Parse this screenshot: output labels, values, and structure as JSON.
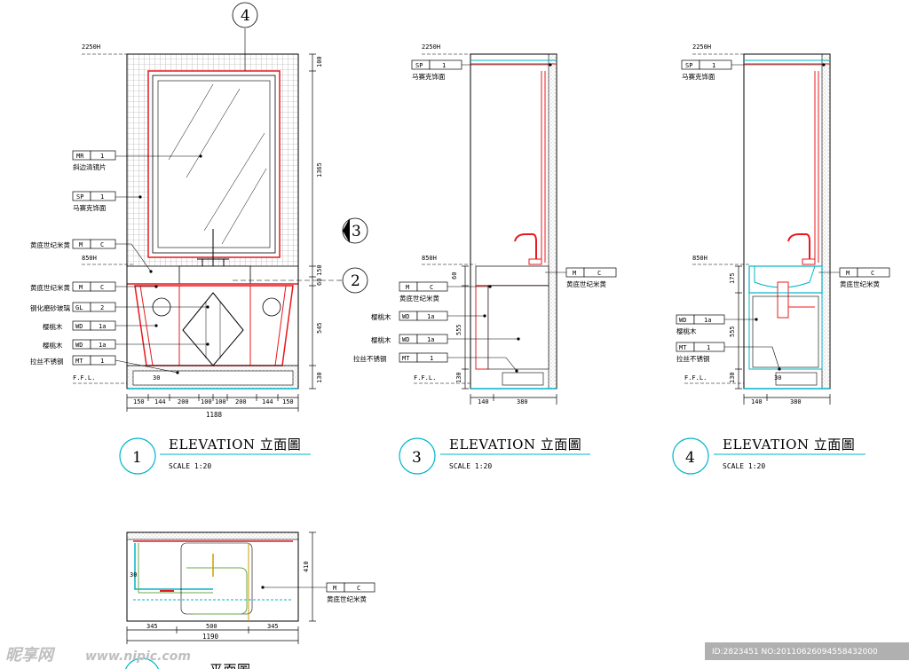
{
  "levels": {
    "top": "2250H",
    "counter": "850H",
    "floor": "F.F.L."
  },
  "elevations": [
    {
      "number": "1",
      "title": "ELEVATION 立面圖",
      "scale": "SCALE   1:20"
    },
    {
      "number": "3",
      "title": "ELEVATION 立面圖",
      "scale": "SCALE   1:20"
    },
    {
      "number": "4",
      "title": "ELEVATION 立面圖",
      "scale": "SCALE   1:20"
    }
  ],
  "plan_caption": "平面圖",
  "callouts": {
    "top_marker": "4",
    "side_marker": "3",
    "section_marker": "2"
  },
  "tags": {
    "mirror": {
      "code": "MR",
      "num": "1",
      "label": "斜边清镜片"
    },
    "mosaic": {
      "code": "SP",
      "num": "1",
      "label": "马赛克饰面"
    },
    "marble": {
      "code": "M",
      "num": "C",
      "label": "黄底世纪米黄"
    },
    "glass": {
      "code": "GL",
      "num": "2",
      "label": "钢化磨砂玻璃"
    },
    "wood": {
      "code": "WD",
      "num": "1a",
      "label": "樱桃木"
    },
    "steel": {
      "code": "MT",
      "num": "1",
      "label": "拉丝不锈钢"
    }
  },
  "dims": {
    "e1_vertical": [
      "100",
      "1365",
      "150",
      "60",
      "545",
      "130"
    ],
    "e1_horizontal": [
      "150",
      "144",
      "200",
      "100",
      "100",
      "200",
      "144",
      "150"
    ],
    "e1_total": "1188",
    "e1_gap": "30",
    "e3_vertical": [
      "60",
      "555",
      "130"
    ],
    "e3_horizontal": [
      "140",
      "380"
    ],
    "e4_vertical": [
      "175",
      "555",
      "130"
    ],
    "e4_horizontal": [
      "140",
      "380"
    ],
    "e4_gap": "30",
    "plan_vertical": "410",
    "plan_horizontal": [
      "345",
      "500",
      "345"
    ],
    "plan_total": "1190",
    "plan_gap": "30"
  },
  "watermark": {
    "brand": "昵享网",
    "url": "www.nipic.com",
    "id": "ID:2823451 NO:20110626094558432000"
  },
  "colors": {
    "red": "#e8191e",
    "cyan": "#00b4c8",
    "gold": "#c8a000",
    "green": "#6aa84f"
  }
}
